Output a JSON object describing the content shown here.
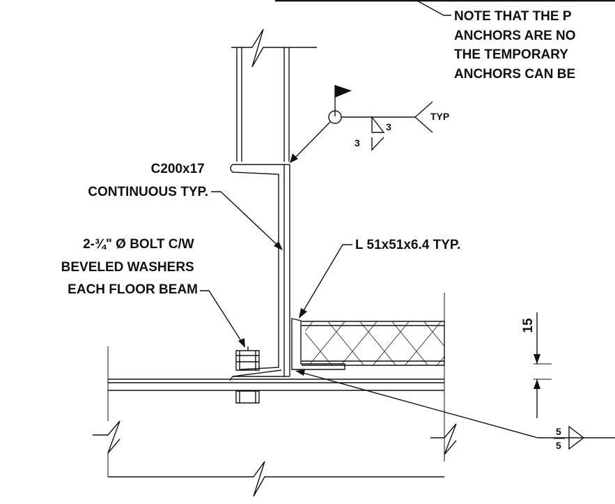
{
  "note": {
    "lines": [
      "NOTE THAT THE P",
      "ANCHORS ARE NO",
      "THE TEMPORARY",
      "ANCHORS CAN BE"
    ]
  },
  "labels": {
    "channel": [
      "C200x17",
      "CONTINUOUS TYP."
    ],
    "bolt": [
      "2-¾\" Ø BOLT C/W",
      "BEVELED WASHERS",
      "EACH FLOOR BEAM"
    ],
    "angle": "L 51x51x6.4 TYP."
  },
  "weld_top": {
    "size_a": "3",
    "size_b": "3",
    "tail": "TYP"
  },
  "weld_bottom": {
    "size_a": "5",
    "size_b": "5"
  },
  "dimension": {
    "value": "15"
  }
}
